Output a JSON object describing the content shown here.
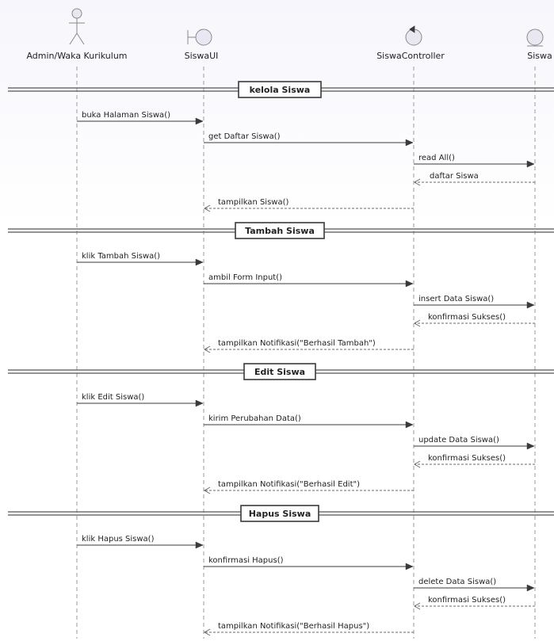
{
  "participants": [
    {
      "name": "Admin/Waka Kurikulum",
      "kind": "actor"
    },
    {
      "name": "SiswaUI",
      "kind": "boundary"
    },
    {
      "name": "SiswaController",
      "kind": "control"
    },
    {
      "name": "Siswa",
      "kind": "entity"
    }
  ],
  "groups": [
    {
      "title": "kelola Siswa",
      "messages": [
        {
          "from": 0,
          "to": 1,
          "label": "buka Halaman Siswa()",
          "style": "sync"
        },
        {
          "from": 1,
          "to": 2,
          "label": "get Daftar Siswa()",
          "style": "sync"
        },
        {
          "from": 2,
          "to": 3,
          "label": "read All()",
          "style": "sync"
        },
        {
          "from": 3,
          "to": 2,
          "label": "daftar Siswa",
          "style": "return"
        },
        {
          "from": 2,
          "to": 1,
          "label": "tampilkan Siswa()",
          "style": "return"
        }
      ]
    },
    {
      "title": "Tambah Siswa",
      "messages": [
        {
          "from": 0,
          "to": 1,
          "label": "klik Tambah Siswa()",
          "style": "sync"
        },
        {
          "from": 1,
          "to": 2,
          "label": "ambil Form Input()",
          "style": "sync"
        },
        {
          "from": 2,
          "to": 3,
          "label": "insert Data Siswa()",
          "style": "sync"
        },
        {
          "from": 3,
          "to": 2,
          "label": "konfirmasi Sukses()",
          "style": "return"
        },
        {
          "from": 2,
          "to": 1,
          "label": "tampilkan Notifikasi(\"Berhasil Tambah\")",
          "style": "return"
        }
      ]
    },
    {
      "title": "Edit Siswa",
      "messages": [
        {
          "from": 0,
          "to": 1,
          "label": "klik Edit Siswa()",
          "style": "sync"
        },
        {
          "from": 1,
          "to": 2,
          "label": "kirim Perubahan Data()",
          "style": "sync"
        },
        {
          "from": 2,
          "to": 3,
          "label": "update Data Siswa()",
          "style": "sync"
        },
        {
          "from": 3,
          "to": 2,
          "label": "konfirmasi Sukses()",
          "style": "return"
        },
        {
          "from": 2,
          "to": 1,
          "label": "tampilkan Notifikasi(\"Berhasil Edit\")",
          "style": "return"
        }
      ]
    },
    {
      "title": "Hapus Siswa",
      "messages": [
        {
          "from": 0,
          "to": 1,
          "label": "klik Hapus Siswa()",
          "style": "sync"
        },
        {
          "from": 1,
          "to": 2,
          "label": "konfirmasi Hapus()",
          "style": "sync"
        },
        {
          "from": 2,
          "to": 3,
          "label": "delete Data Siswa()",
          "style": "sync"
        },
        {
          "from": 3,
          "to": 2,
          "label": "konfirmasi Sukses()",
          "style": "return"
        },
        {
          "from": 2,
          "to": 1,
          "label": "tampilkan Notifikasi(\"Berhasil Hapus\")",
          "style": "return"
        }
      ]
    }
  ],
  "colors": {
    "line": "#3a3a3a",
    "lifeline": "#9a9a9a",
    "icon_fill": "#e8e8f3",
    "icon_stroke": "#8a8a8a",
    "text": "#222222",
    "divider": "#555555"
  }
}
